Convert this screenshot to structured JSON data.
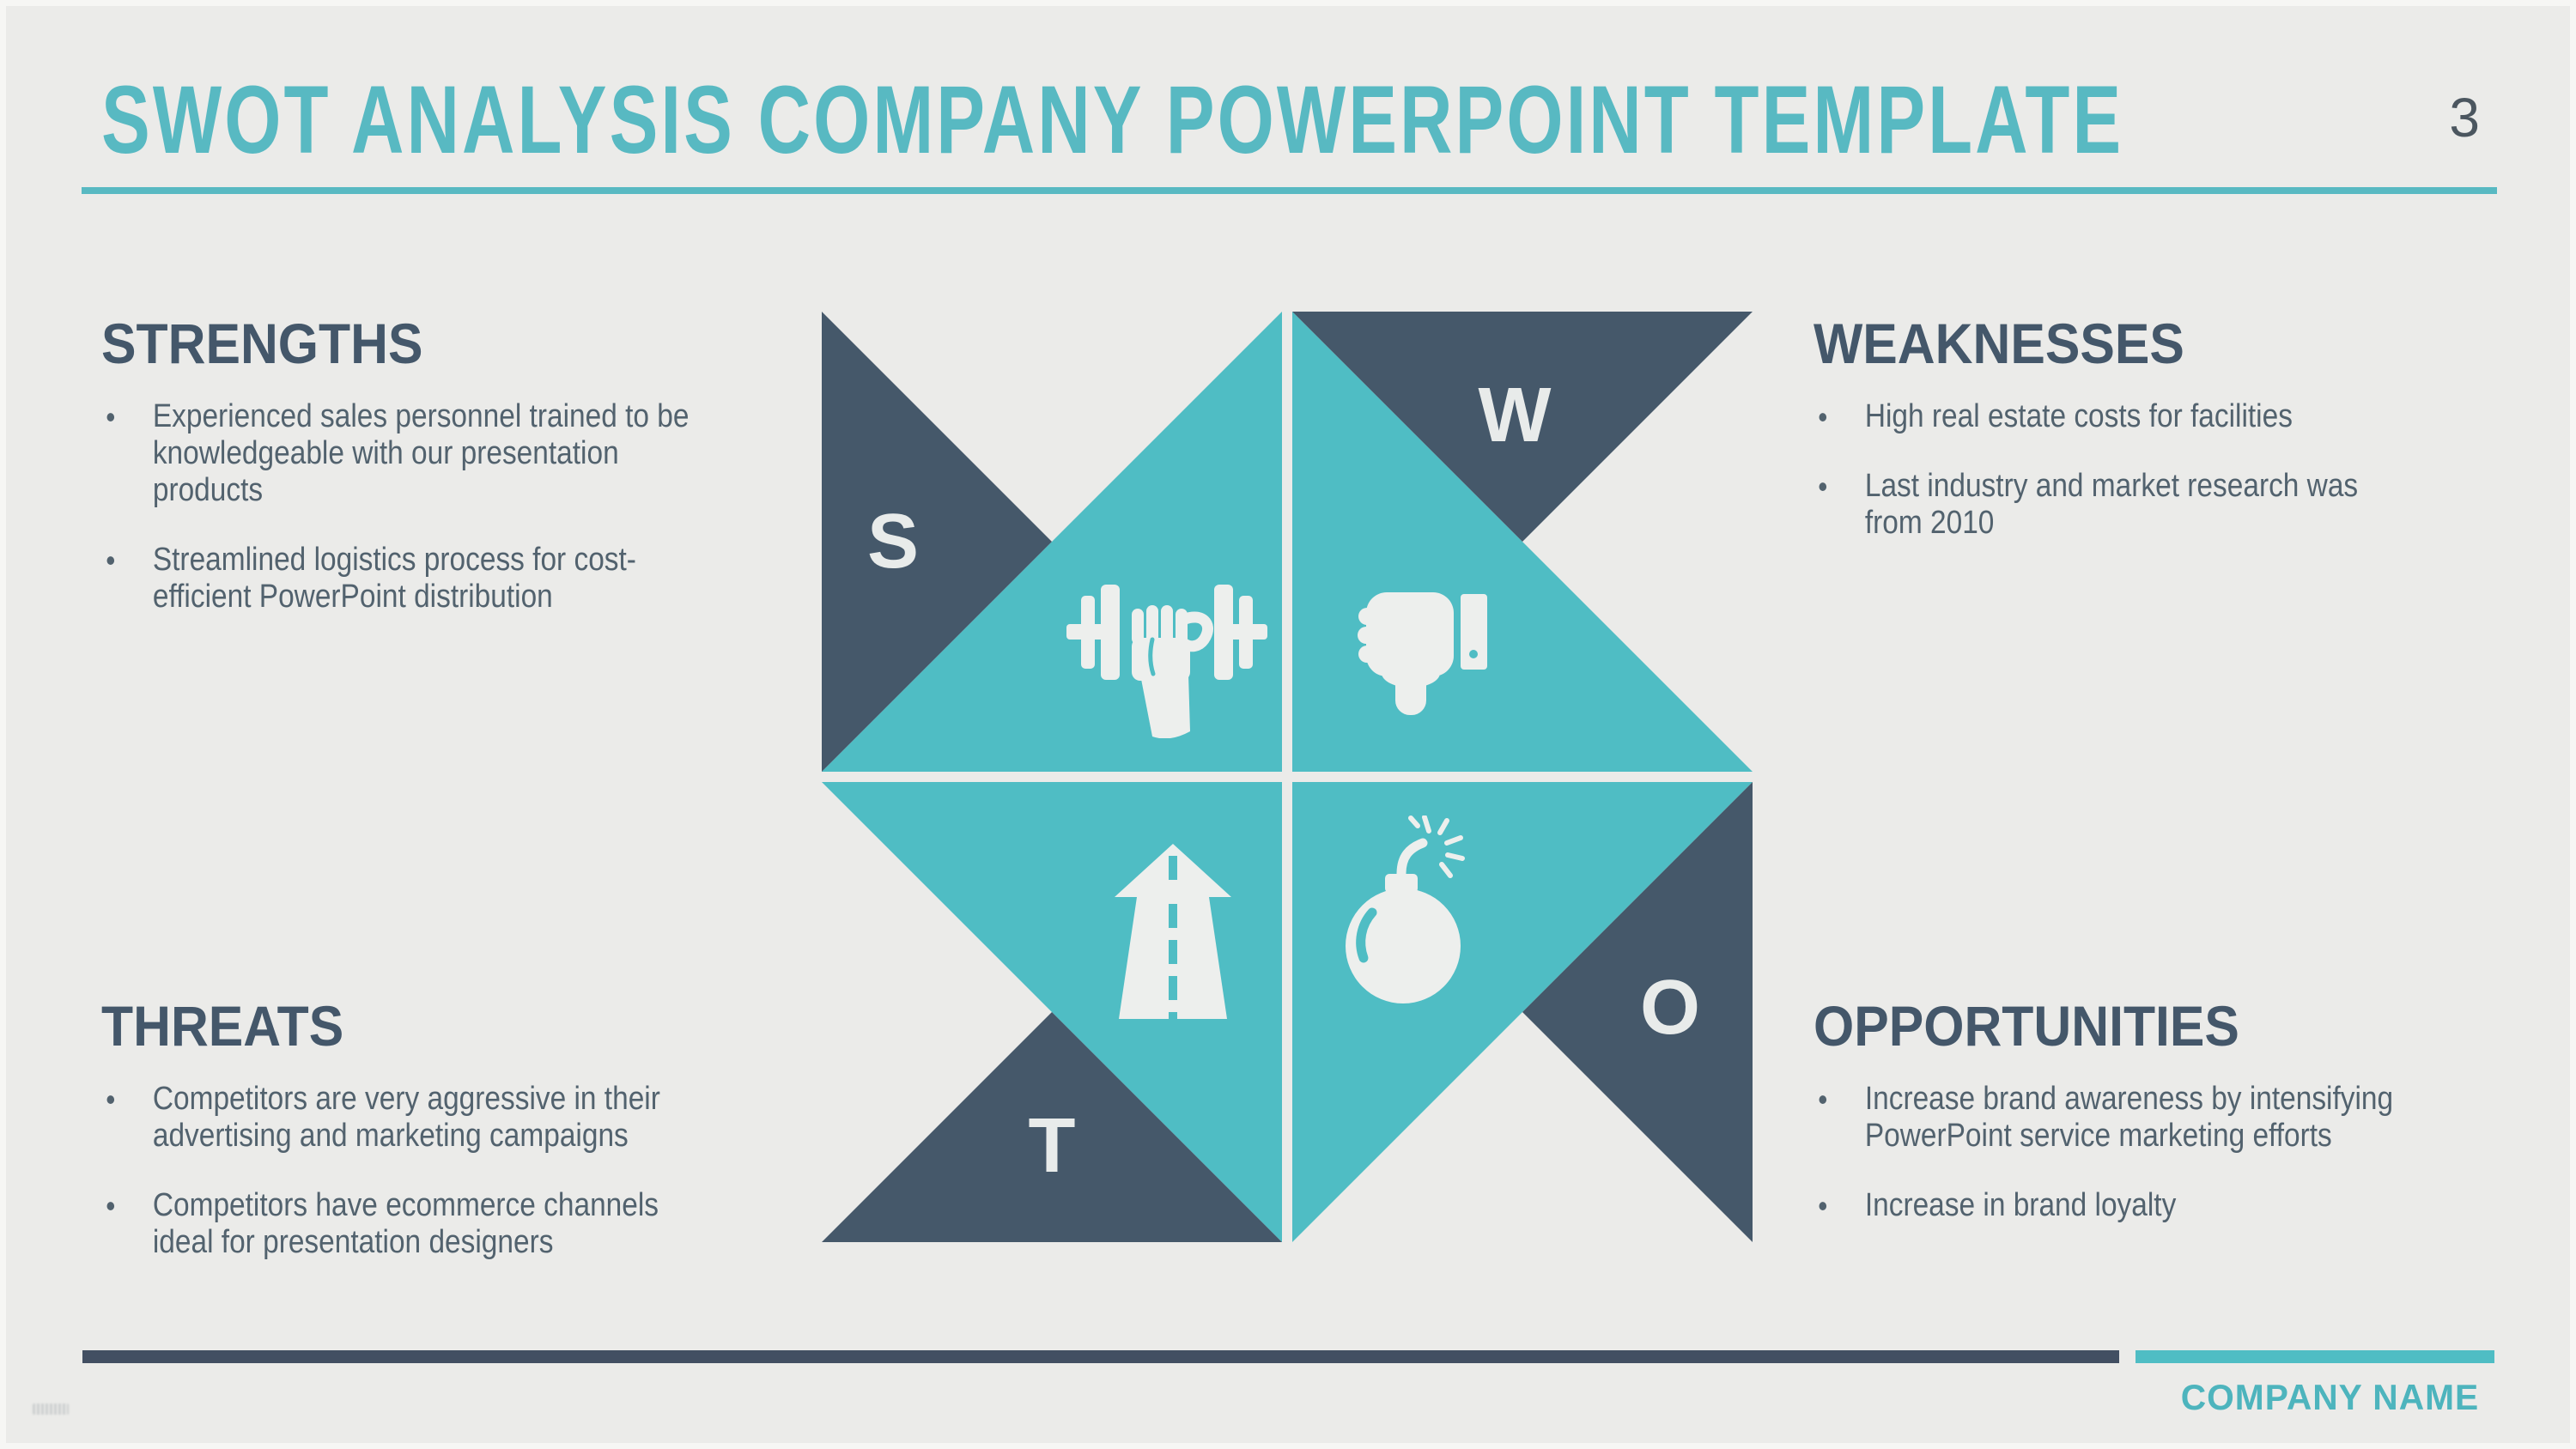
{
  "slide": {
    "title": "SWOT ANALYSIS COMPANY POWERPOINT TEMPLATE",
    "page_number": "3",
    "company_name": "COMPANY NAME",
    "bullet_char": "•",
    "colors": {
      "background": "#ebebe9",
      "teal": "#4fbdc4",
      "dark_slate": "#45586a",
      "title_teal": "#58b9c2",
      "company_teal": "#4db4bd",
      "heading_text": "#44576a",
      "body_text": "#52626e",
      "footer_bar_dark": "#424f62",
      "icon_white": "#edefed",
      "page_number_color": "#4b565f"
    }
  },
  "sections": [
    {
      "heading": "STRENGTHS",
      "items": [
        {
          "lines": [
            "Experienced sales personnel trained to be",
            "knowledgeable with our presentation",
            "products"
          ]
        },
        {
          "lines": [
            "Streamlined logistics process for cost-",
            "efficient PowerPoint distribution"
          ]
        }
      ]
    },
    {
      "heading": "WEAKNESSES",
      "items": [
        {
          "lines": [
            "High real estate costs for facilities"
          ]
        },
        {
          "lines": [
            "Last industry and market research was",
            "from 2010"
          ]
        }
      ]
    },
    {
      "heading": "THREATS",
      "items": [
        {
          "lines": [
            "Competitors are very aggressive in their",
            "advertising and marketing campaigns"
          ]
        },
        {
          "lines": [
            "Competitors have ecommerce channels",
            "ideal for presentation designers"
          ]
        }
      ]
    },
    {
      "heading": "OPPORTUNITIES",
      "items": [
        {
          "lines": [
            "Increase brand awareness by intensifying",
            "PowerPoint service marketing efforts"
          ]
        },
        {
          "lines": [
            "Increase in brand loyalty"
          ]
        }
      ]
    }
  ],
  "diagram": {
    "quadrants": [
      {
        "letter": "S",
        "icon": "dumbbell-fist-icon"
      },
      {
        "letter": "W",
        "icon": "thumbs-down-icon"
      },
      {
        "letter": "T",
        "icon": "road-arrow-icon"
      },
      {
        "letter": "O",
        "icon": "bomb-icon"
      }
    ]
  }
}
